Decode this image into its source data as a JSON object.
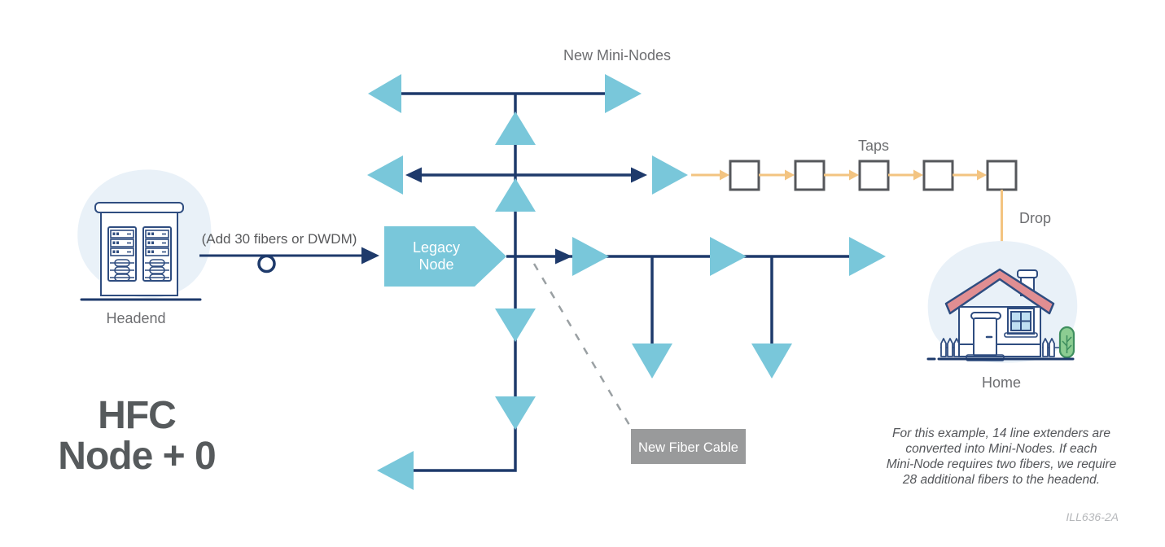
{
  "title": {
    "line1": "HFC",
    "line2": "Node + 0"
  },
  "labels": {
    "new_mini_nodes": "New Mini-Nodes",
    "taps": "Taps",
    "drop": "Drop",
    "headend": "Headend",
    "home": "Home",
    "add_fibers": "(Add 30 fibers or DWDM)",
    "legacy_node": {
      "line1": "Legacy",
      "line2": "Node"
    },
    "new_fiber_cable": "New Fiber Cable"
  },
  "note": {
    "lines": [
      "For this example, 14 line extenders are",
      "converted into Mini-Nodes. If each",
      "Mini-Node requires two fibers, we require",
      "28 additional fibers to the headend."
    ]
  },
  "watermark": "ILL636-2A",
  "colors": {
    "line_navy": "#1e3a6b",
    "mini_node_cyan": "#79c7da",
    "tap_arrow_tan": "#f3c481",
    "tap_border_gray": "#55575b",
    "fiber_cable_box_gray": "#999a9b",
    "dashed_gray": "#9aa0a3",
    "label_gray": "#6d6e71",
    "title_gray": "#565a5c",
    "blob_blue": "#e9f1f8",
    "roof_pink": "#e08e92",
    "door_tan": "#f8c98a",
    "bush_green": "#8ccd92",
    "illustration_outline_navy": "#2f4d80"
  }
}
